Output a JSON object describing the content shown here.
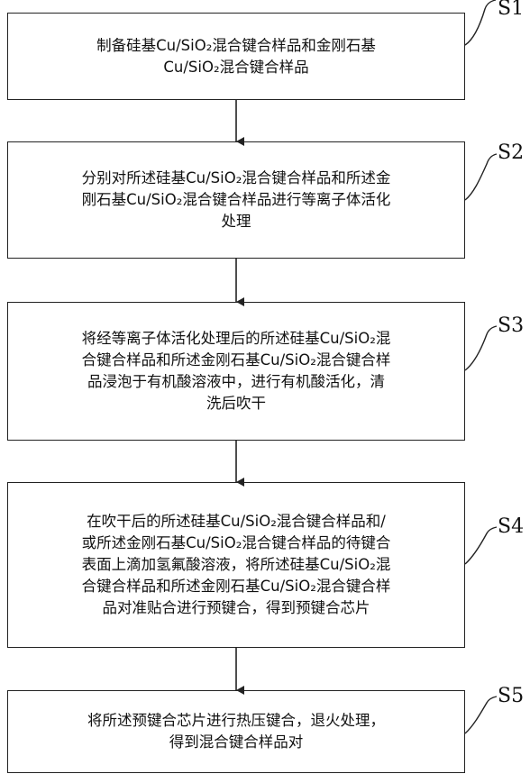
{
  "steps": [
    {
      "label": "S1",
      "lines": [
        "制备硅基Cu/SiO₂混合键合样品和金刚石基",
        "Cu/SiO₂混合键合样品"
      ]
    },
    {
      "label": "S2",
      "lines": [
        "分别对所述硅基Cu/SiO₂混合键合样品和所述金",
        "刚石基Cu/SiO₂混合键合样品进行等离子体活化",
        "处理"
      ]
    },
    {
      "label": "S3",
      "lines": [
        "将经等离子体活化处理后的所述硅基Cu/SiO₂混",
        "合键合样品和所述金刚石基Cu/SiO₂混合键合样",
        "品浸泡于有机酸溶液中，进行有机酸活化，清",
        "洗后吹干"
      ]
    },
    {
      "label": "S4",
      "lines": [
        "在吹干后的所述硅基Cu/SiO₂混合键合样品和/",
        "或所述金刚石基Cu/SiO₂混合键合样品的待键合",
        "表面上滴加氢氟酸溶液，将所述硅基Cu/SiO₂混",
        "合键合样品和所述金刚石基Cu/SiO₂混合键合样",
        "品对准贴合进行预键合，得到预键合芯片"
      ]
    },
    {
      "label": "S5",
      "lines": [
        "将所述预键合芯片进行热压键合，退火处理，",
        "得到混合键合样品对"
      ]
    }
  ]
}
